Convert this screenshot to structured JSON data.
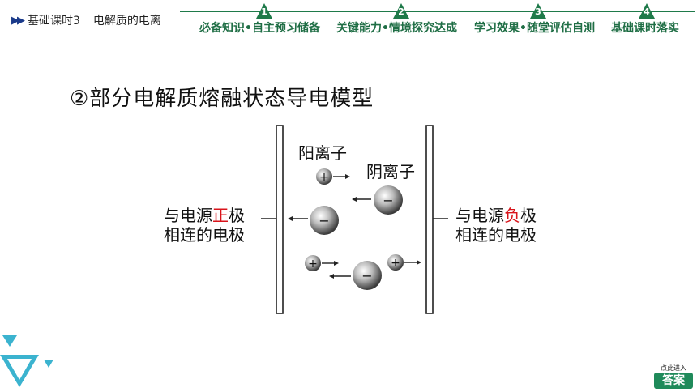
{
  "header": {
    "course": "基础课时3",
    "lesson": "电解质的电离",
    "steps": [
      {
        "num": "1",
        "label": "必备知识•自主预习储备"
      },
      {
        "num": "2",
        "label": "关键能力•情境探究达成"
      },
      {
        "num": "3",
        "label": "学习效果•随堂评估自测"
      },
      {
        "num": "4",
        "label": "基础课时落实"
      }
    ]
  },
  "slide": {
    "heading": "②部分电解质熔融状态导电模型"
  },
  "diagram": {
    "cation_label": "阳离子",
    "anion_label": "阴离子",
    "left_electrode": {
      "line1_pre": "与电源",
      "line1_key": "正",
      "line1_post": "极",
      "line2": "相连的电极"
    },
    "right_electrode": {
      "line1_pre": "与电源",
      "line1_key": "负",
      "line1_post": "极",
      "line2": "相连的电极"
    },
    "plus_sign": "+",
    "minus_sign": "−",
    "accent_color": "#d9141b"
  },
  "answer_button": {
    "hint": "点此进入",
    "label": "答案"
  }
}
